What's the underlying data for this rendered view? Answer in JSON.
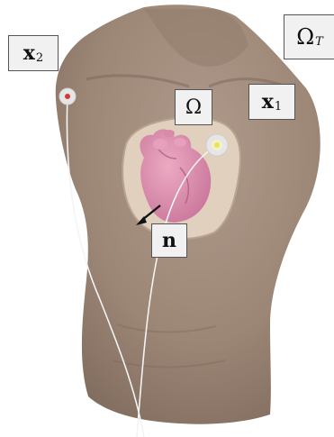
{
  "labels": {
    "x2": {
      "main": "x",
      "sub": "2"
    },
    "omega_t": {
      "main": "Ω",
      "sub": "T"
    },
    "x1": {
      "main": "x",
      "sub": "1"
    },
    "omega": {
      "main": "Ω"
    },
    "n": {
      "main": "n"
    }
  },
  "colors": {
    "skin": "#a08a7b",
    "skin_shadow": "#8a7566",
    "heart": "#dc8fac",
    "heart_shadow": "#c06e8e",
    "cavity": "#e0d0bd",
    "electrode_ring": "#e6e6e6",
    "electrode_center": "#d53a3a",
    "electrode_center_alt": "#e8e35a",
    "wire": "#f4f4f4",
    "arrow": "#111111"
  }
}
